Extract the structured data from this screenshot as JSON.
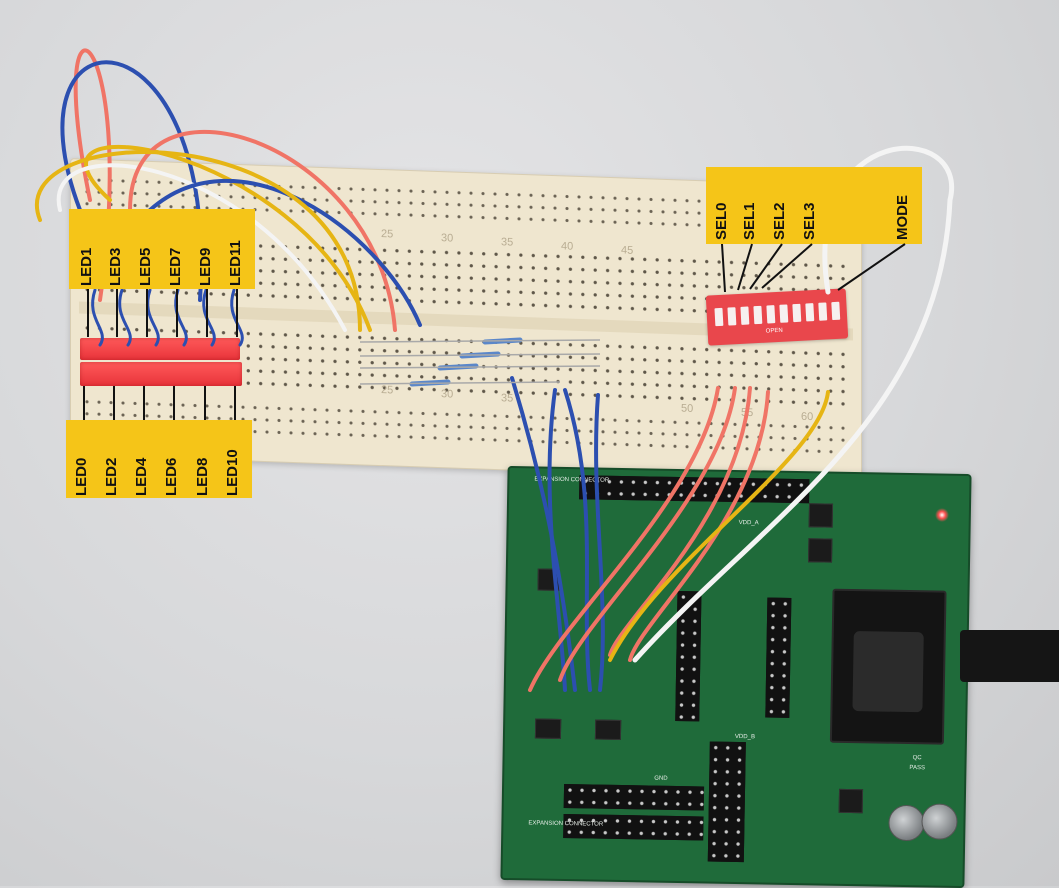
{
  "labels": {
    "top_leds": [
      "LED1",
      "LED3",
      "LED5",
      "LED7",
      "LED9",
      "LED11"
    ],
    "bottom_leds": [
      "LED0",
      "LED2",
      "LED4",
      "LED6",
      "LED8",
      "LED10"
    ],
    "selects": [
      "SEL0",
      "SEL1",
      "SEL2",
      "SEL3"
    ],
    "mode": "MODE"
  },
  "breadboard": {
    "column_numbers": [
      "25",
      "30",
      "35",
      "40",
      "45",
      "25",
      "30",
      "35",
      "50",
      "55",
      "60"
    ]
  },
  "dip_switch": {
    "marking": "OPEN"
  },
  "board": {
    "silkscreen": [
      "EXPANSION CONNECTOR",
      "EXPANSION CONNECTOR",
      "GND",
      "VDD_A",
      "VDD_B",
      "PASS",
      "QC"
    ]
  },
  "colors": {
    "label_bg": "#f5c518",
    "wire_red": "#f07466",
    "wire_blue": "#2c4fb0",
    "wire_yellow": "#e6b514",
    "wire_white": "#f4f4f4",
    "pcb_green": "#1f6b3a"
  }
}
